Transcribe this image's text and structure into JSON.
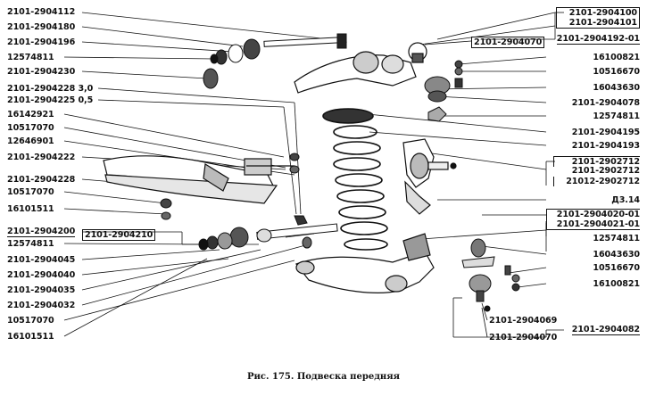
{
  "caption": "Рис. 175. Подвеска передняя",
  "labels_left": [
    "2101-2904112",
    "2101-2904180",
    "2101-2904196",
    "12574811",
    "2101-2904230",
    "2101-2904228 3,0",
    "2101-2904225 0,5",
    "16142921",
    "10517070",
    "12646901",
    "2101-2904222",
    "2101-2904228",
    "10517070",
    "16101511",
    "2101-2904200",
    "12574811",
    "2101-2904045",
    "2101-2904040",
    "2101-2904035",
    "2101-2904032",
    "10517070",
    "16101511"
  ],
  "label_center": "2101-2904210",
  "labels_right": [
    "2101-2904100",
    "2101-2904101",
    "2101-2904070",
    "2101-2904192-01",
    "16100821",
    "10516670",
    "16043630",
    "2101-2904078",
    "12574811",
    "2101-2904195",
    "2101-2904193",
    "2101-2902712",
    "2101-2902712",
    "21012-2902712",
    "Д3.14",
    "2101-2904020-01",
    "2101-2904021-01",
    "12574811",
    "16043630",
    "10516670",
    "16100821",
    "2101-2904069",
    "2101-2904070",
    "2101-2904082"
  ]
}
